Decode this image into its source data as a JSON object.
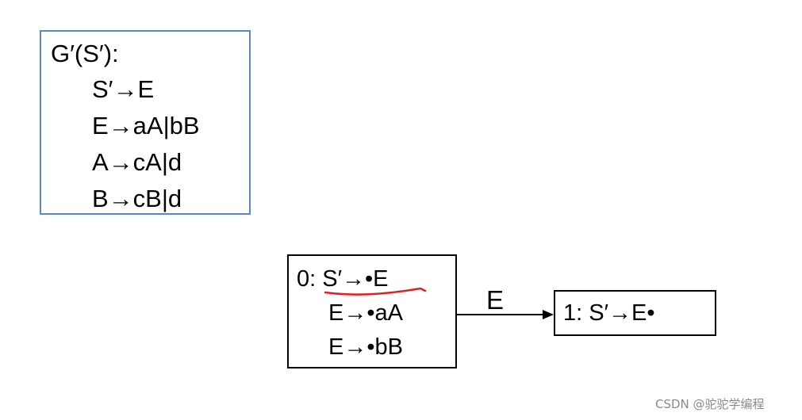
{
  "grammar": {
    "title": "G′(S′):",
    "productions": [
      "S′→E",
      "E→aA|bB",
      "A→cA|d",
      "B→cB|d"
    ]
  },
  "states": {
    "s0": {
      "prefix": "0: ",
      "items": [
        "S′→•E",
        "E→•aA",
        "E→•bB"
      ]
    },
    "s1": {
      "label": "1: S′→E•"
    }
  },
  "transition": {
    "symbol": "E"
  },
  "colors": {
    "grammar_border": "#5b87c2",
    "underline": "#e02020"
  },
  "watermark": "CSDN @驼驼学编程"
}
